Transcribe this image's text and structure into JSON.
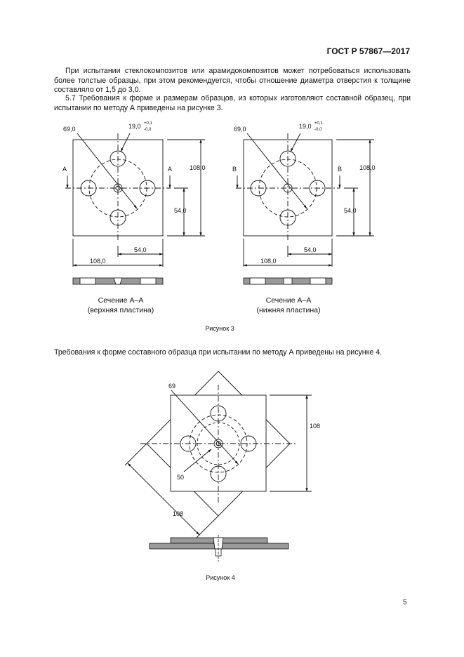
{
  "header": {
    "doc_id": "ГОСТ Р 57867—2017"
  },
  "paragraphs": {
    "p1": "При испытании стеклокомпозитов или арамидокомпозитов может потребоваться использовать более толстые образцы, при этом рекомендуется, чтобы отношение диаметра отверстия к толщине составляло от 1,5 до 3,0.",
    "p2": "5.7 Требования к форме и размерам образцов, из которых изготовляют составной образец, при испытании по методу А приведены на рисунке 3.",
    "p3": "Требования к форме составного образца при испытании по методу А приведены на рисунке 4."
  },
  "figure3": {
    "caption": "Рисунок 3",
    "left": {
      "dim_diag": "69,0",
      "dim_hole": "19,0",
      "tol_plus": "+0,1",
      "tol_minus": "-0,0",
      "dim_height": "108,0",
      "dim_half_h": "54,0",
      "dim_half_w": "54,0",
      "dim_width": "108,0",
      "section_mark": "A",
      "section_title": "Сечение А–А",
      "section_sub": "(верхняя пластина)"
    },
    "right": {
      "dim_diag": "69,0",
      "dim_hole": "19,0",
      "tol_plus": "+0,1",
      "tol_minus": "-0,0",
      "dim_height": "108,0",
      "dim_half_h": "54,0",
      "dim_half_w": "54,0",
      "dim_width": "108,0",
      "section_mark": "B",
      "section_title": "Сечение А–А",
      "section_sub": "(нижняя пластина)"
    }
  },
  "figure4": {
    "caption": "Рисунок 4",
    "dim_diag": "69",
    "dim_height": "108",
    "dim_inner": "50",
    "dim_diag_outer": "108"
  },
  "page_number": "5",
  "colors": {
    "ink": "#111111",
    "section_fill": "#9a9a9a"
  }
}
